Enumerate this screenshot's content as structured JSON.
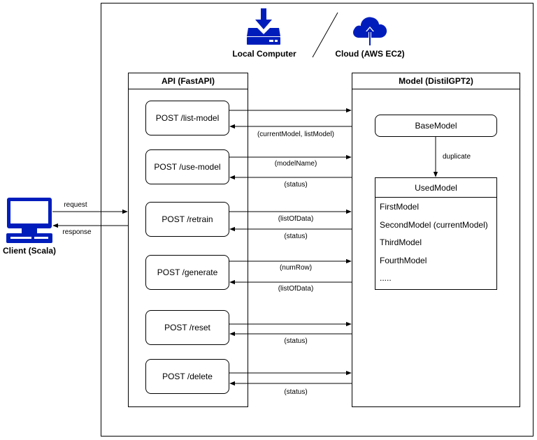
{
  "deployment": {
    "local_label": "Local Computer",
    "cloud_label": "Cloud (AWS EC2)",
    "local_icon": "download-drive-icon",
    "cloud_icon": "cloud-upload-icon"
  },
  "client": {
    "label": "Client (Scala)",
    "icon": "desktop-computer-icon",
    "request_label": "request",
    "response_label": "response"
  },
  "api": {
    "title": "API (FastAPI)",
    "endpoints": [
      {
        "label": "POST /list-model",
        "request": "",
        "response": "(currentModel, listModel)"
      },
      {
        "label": "POST /use-model",
        "request": "(modelName)",
        "response": "(status)"
      },
      {
        "label": "POST /retrain",
        "request": "(listOfData)",
        "response": "(status)"
      },
      {
        "label": "POST /generate",
        "request": "(numRow)",
        "response": "(listOfData)"
      },
      {
        "label": "POST /reset",
        "request": "",
        "response": "(status)"
      },
      {
        "label": "POST /delete",
        "request": "",
        "response": "(status)"
      }
    ]
  },
  "model": {
    "title": "Model (DistilGPT2)",
    "base_model": "BaseModel",
    "duplicate_label": "duplicate",
    "used_model": {
      "title": "UsedModel",
      "items": [
        "FirstModel",
        "SecondModel (currentModel)",
        "ThirdModel",
        "FourthModel",
        "....."
      ]
    }
  },
  "colors": {
    "icon_blue": "#001DBC",
    "line": "#000000"
  }
}
